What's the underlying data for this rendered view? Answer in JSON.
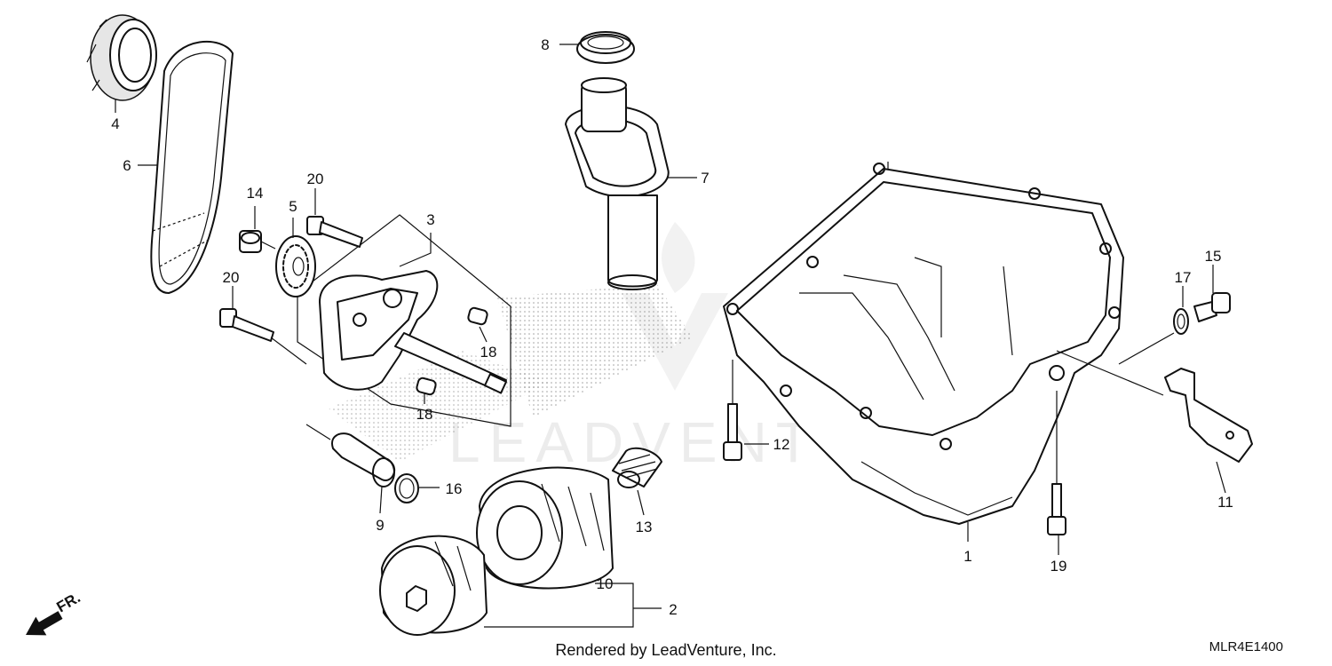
{
  "callouts": {
    "c1": "1",
    "c2": "2",
    "c3": "3",
    "c4": "4",
    "c5": "5",
    "c6": "6",
    "c7": "7",
    "c8": "8",
    "c9": "9",
    "c10": "10",
    "c11": "11",
    "c12": "12",
    "c13": "13",
    "c14": "14",
    "c15": "15",
    "c16": "16",
    "c17": "17",
    "c18a": "18",
    "c18b": "18",
    "c19": "19",
    "c20a": "20",
    "c20b": "20"
  },
  "front_indicator": "FR.",
  "watermark": "LEADVENTURE",
  "footer": {
    "credit": "Rendered by LeadVenture, Inc.",
    "diagram_code": "MLR4E1400"
  }
}
